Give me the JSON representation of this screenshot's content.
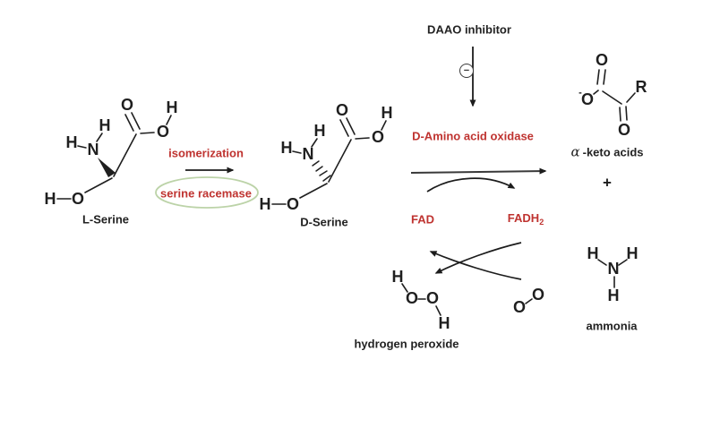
{
  "colors": {
    "ink": "#1c1c1c",
    "enzyme_red": "#bf3330",
    "ellipse_green": "#bcd3a8",
    "background": "#ffffff"
  },
  "inhibition": {
    "daao_inhibitor": "DAAO inhibitor",
    "inhibition_symbol": "−"
  },
  "racemization": {
    "isomerization": "isomerization",
    "serine_racemase": "serine racemase"
  },
  "oxidation": {
    "enzyme": "D-Amino acid oxidase",
    "fad": "FAD",
    "fadh": "FADH",
    "fadh_subscript": "2"
  },
  "plus_sign": "+",
  "molecules": {
    "l_serine": {
      "name": "L-Serine",
      "atoms": {
        "carbonyl_o": "O",
        "acid_h": "H",
        "acid_o": "O",
        "amine_h_top": "H",
        "amine_h_left": "H",
        "nitrogen": "N",
        "hydroxyl_o": "O",
        "hydroxyl_h": "H"
      }
    },
    "d_serine": {
      "name": "D-Serine",
      "atoms": {
        "carbonyl_o": "O",
        "acid_h": "H",
        "acid_o": "O",
        "amine_h_top": "H",
        "amine_h_left": "H",
        "nitrogen": "N",
        "hydroxyl_o": "O",
        "hydroxyl_h": "H"
      }
    },
    "alpha_keto_acid": {
      "name_alpha": "α",
      "name_rest": "-keto acids",
      "atoms": {
        "top_o": "O",
        "charge": "-",
        "carboxylate_o": "O",
        "r_group": "R",
        "keto_o": "O"
      }
    },
    "ammonia": {
      "name": "ammonia",
      "atoms": {
        "h_left": "H",
        "h_right": "H",
        "nitrogen": "N",
        "h_bottom": "H"
      }
    },
    "hydrogen_peroxide": {
      "name": "hydrogen peroxide",
      "atoms": {
        "h_top": "H",
        "o_left": "O",
        "o_right": "O",
        "h_bottom": "H"
      }
    },
    "oxygen": {
      "atoms": {
        "o_left": "O",
        "o_right": "O"
      }
    }
  }
}
